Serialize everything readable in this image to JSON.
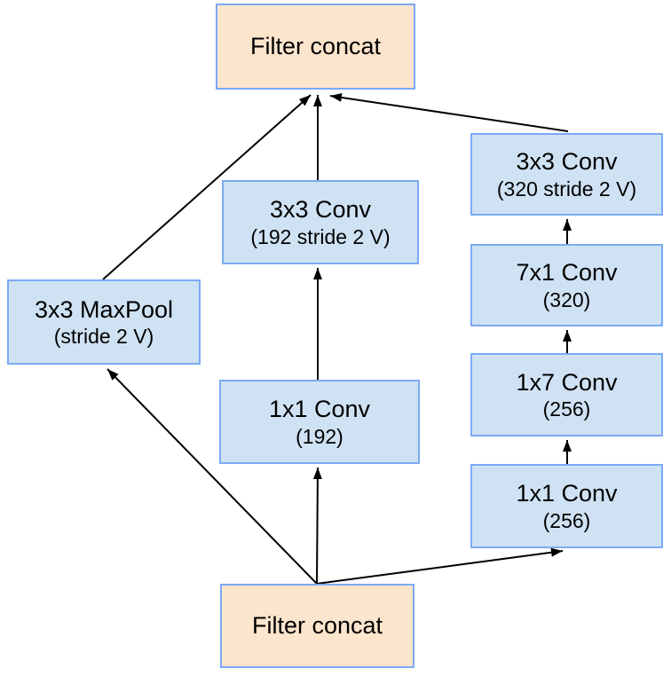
{
  "diagram": {
    "nodes": {
      "top_concat": {
        "label": "Filter concat"
      },
      "maxpool": {
        "line1": "3x3 MaxPool",
        "line2": "(stride 2 V)"
      },
      "conv3x3_mid": {
        "line1": "3x3 Conv",
        "line2": "(192 stride 2 V)"
      },
      "conv1x1_mid": {
        "line1": "1x1 Conv",
        "line2": "(192)"
      },
      "conv3x3_right": {
        "line1": "3x3 Conv",
        "line2": "(320 stride 2 V)"
      },
      "conv7x1_right": {
        "line1": "7x1 Conv",
        "line2": "(320)"
      },
      "conv1x7_right": {
        "line1": "1x7 Conv",
        "line2": "(256)"
      },
      "conv1x1_right": {
        "line1": "1x1 Conv",
        "line2": "(256)"
      },
      "bottom_concat": {
        "label": "Filter concat"
      }
    },
    "edges": [
      {
        "from": "bottom_concat",
        "to": "maxpool"
      },
      {
        "from": "bottom_concat",
        "to": "conv1x1_mid"
      },
      {
        "from": "bottom_concat",
        "to": "conv1x1_right"
      },
      {
        "from": "conv1x1_mid",
        "to": "conv3x3_mid"
      },
      {
        "from": "conv1x1_right",
        "to": "conv1x7_right"
      },
      {
        "from": "conv1x7_right",
        "to": "conv7x1_right"
      },
      {
        "from": "conv7x1_right",
        "to": "conv3x3_right"
      },
      {
        "from": "maxpool",
        "to": "top_concat"
      },
      {
        "from": "conv3x3_mid",
        "to": "top_concat"
      },
      {
        "from": "conv3x3_right",
        "to": "top_concat"
      }
    ]
  },
  "colors": {
    "background": "#ffffff",
    "concat-fill": "#fce5cd",
    "conv-fill": "#cfe2f3",
    "box-border": "#7baaf3",
    "arrow": "#000000",
    "text": "#000000"
  }
}
